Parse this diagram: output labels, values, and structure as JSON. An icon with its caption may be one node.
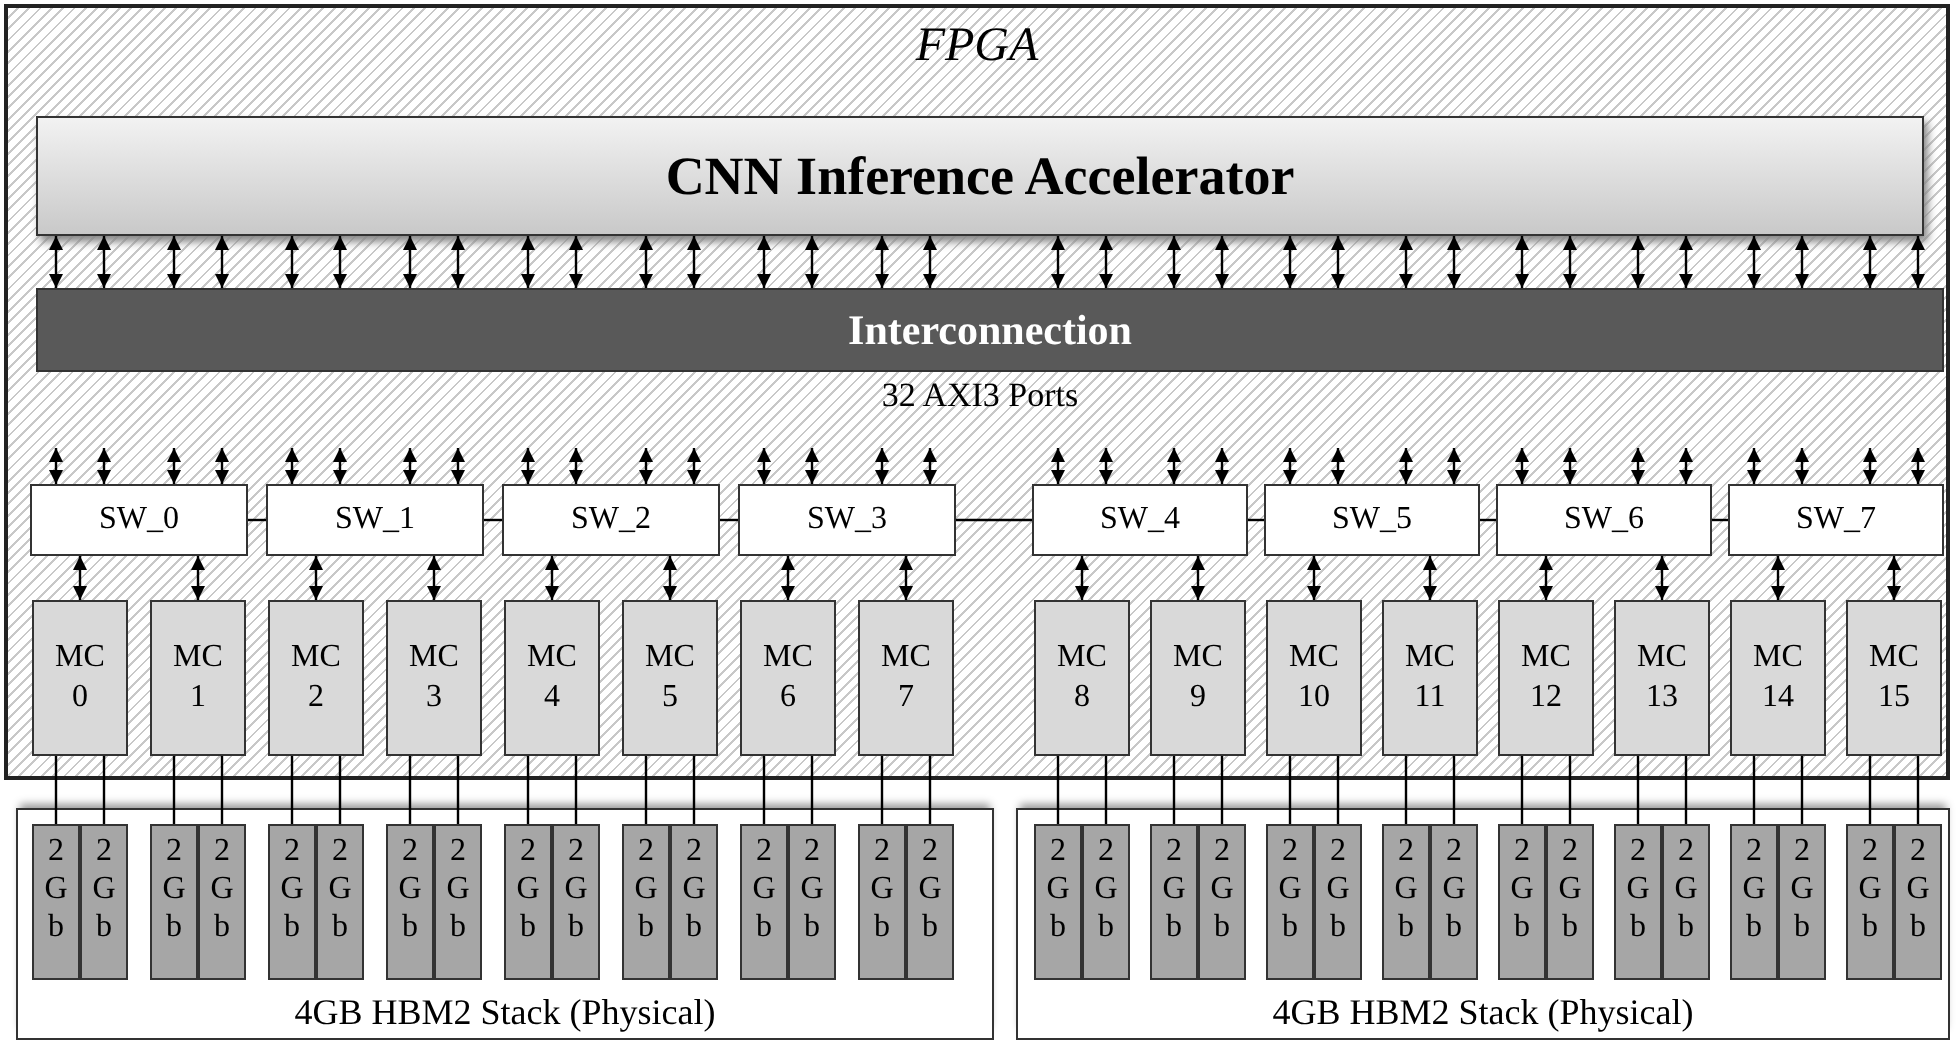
{
  "diagram": {
    "nodes": [
      {
        "text": [
          "FPGA"
        ]
      },
      {
        "text": [
          "CNN Inference Accelerator"
        ],
        "in": 0
      },
      {
        "text": [
          "Interconnection"
        ],
        "in": 0
      },
      {
        "text": [
          "SW_0"
        ],
        "in": 0
      },
      {
        "text": [
          "SW_1"
        ],
        "in": 0
      },
      {
        "text": [
          "SW_2"
        ],
        "in": 0
      },
      {
        "text": [
          "SW_3"
        ],
        "in": 0
      },
      {
        "text": [
          "SW_4"
        ],
        "in": 0
      },
      {
        "text": [
          "SW_5"
        ],
        "in": 0
      },
      {
        "text": [
          "SW_6"
        ],
        "in": 0
      },
      {
        "text": [
          "SW_7"
        ],
        "in": 0
      },
      {
        "text": [
          "MC 0"
        ],
        "in": 0
      },
      {
        "text": [
          "MC 1"
        ],
        "in": 0
      },
      {
        "text": [
          "MC 2"
        ],
        "in": 0
      },
      {
        "text": [
          "MC 3"
        ],
        "in": 0
      },
      {
        "text": [
          "MC 4"
        ],
        "in": 0
      },
      {
        "text": [
          "MC 5"
        ],
        "in": 0
      },
      {
        "text": [
          "MC 6"
        ],
        "in": 0
      },
      {
        "text": [
          "MC 7"
        ],
        "in": 0
      },
      {
        "text": [
          "MC 8"
        ],
        "in": 0
      },
      {
        "text": [
          "MC 9"
        ],
        "in": 0
      },
      {
        "text": [
          "MC 10"
        ],
        "in": 0
      },
      {
        "text": [
          "MC 11"
        ],
        "in": 0
      },
      {
        "text": [
          "MC 12"
        ],
        "in": 0
      },
      {
        "text": [
          "MC 13"
        ],
        "in": 0
      },
      {
        "text": [
          "MC 14"
        ],
        "in": 0
      },
      {
        "text": [
          "MC 15"
        ],
        "in": 0
      },
      {
        "text": [
          "4GB HBM2 Stack (Physical)"
        ]
      },
      {
        "text": [
          "2Gb"
        ],
        "in": 27
      },
      {
        "text": [
          "2Gb"
        ],
        "in": 27
      },
      {
        "text": [
          "2Gb"
        ],
        "in": 27
      },
      {
        "text": [
          "2Gb"
        ],
        "in": 27
      },
      {
        "text": [
          "2Gb"
        ],
        "in": 27
      },
      {
        "text": [
          "2Gb"
        ],
        "in": 27
      },
      {
        "text": [
          "2Gb"
        ],
        "in": 27
      },
      {
        "text": [
          "2Gb"
        ],
        "in": 27
      },
      {
        "text": [
          "2Gb"
        ],
        "in": 27
      },
      {
        "text": [
          "2Gb"
        ],
        "in": 27
      },
      {
        "text": [
          "2Gb"
        ],
        "in": 27
      },
      {
        "text": [
          "2Gb"
        ],
        "in": 27
      },
      {
        "text": [
          "2Gb"
        ],
        "in": 27
      },
      {
        "text": [
          "2Gb"
        ],
        "in": 27
      },
      {
        "text": [
          "2Gb"
        ],
        "in": 27
      },
      {
        "text": [
          "2Gb"
        ],
        "in": 27
      },
      {
        "text": [
          "4GB HBM2 Stack (Physical)"
        ]
      },
      {
        "text": [
          "2Gb"
        ],
        "in": 44
      },
      {
        "text": [
          "2Gb"
        ],
        "in": 44
      },
      {
        "text": [
          "2Gb"
        ],
        "in": 44
      },
      {
        "text": [
          "2Gb"
        ],
        "in": 44
      },
      {
        "text": [
          "2Gb"
        ],
        "in": 44
      },
      {
        "text": [
          "2Gb"
        ],
        "in": 44
      },
      {
        "text": [
          "2Gb"
        ],
        "in": 44
      },
      {
        "text": [
          "2Gb"
        ],
        "in": 44
      },
      {
        "text": [
          "2Gb"
        ],
        "in": 44
      },
      {
        "text": [
          "2Gb"
        ],
        "in": 44
      },
      {
        "text": [
          "2Gb"
        ],
        "in": 44
      },
      {
        "text": [
          "2Gb"
        ],
        "in": 44
      },
      {
        "text": [
          "2Gb"
        ],
        "in": 44
      },
      {
        "text": [
          "2Gb"
        ],
        "in": 44
      },
      {
        "text": [
          "2Gb"
        ],
        "in": 44
      },
      {
        "text": [
          "2Gb"
        ],
        "in": 44
      }
    ],
    "edges": [
      {
        "from": 1,
        "to": 2,
        "arrow": "both"
      },
      {
        "from": 1,
        "to": 2,
        "arrow": "both"
      },
      {
        "from": 1,
        "to": 2,
        "arrow": "both"
      },
      {
        "from": 1,
        "to": 2,
        "arrow": "both"
      },
      {
        "from": 1,
        "to": 2,
        "arrow": "both"
      },
      {
        "from": 1,
        "to": 2,
        "arrow": "both"
      },
      {
        "from": 1,
        "to": 2,
        "arrow": "both"
      },
      {
        "from": 1,
        "to": 2,
        "arrow": "both"
      },
      {
        "from": 1,
        "to": 2,
        "arrow": "both"
      },
      {
        "from": 1,
        "to": 2,
        "arrow": "both"
      },
      {
        "from": 1,
        "to": 2,
        "arrow": "both"
      },
      {
        "from": 1,
        "to": 2,
        "arrow": "both"
      },
      {
        "from": 1,
        "to": 2,
        "arrow": "both"
      },
      {
        "from": 1,
        "to": 2,
        "arrow": "both"
      },
      {
        "from": 1,
        "to": 2,
        "arrow": "both"
      },
      {
        "from": 1,
        "to": 2,
        "arrow": "both"
      },
      {
        "from": 1,
        "to": 2,
        "arrow": "both"
      },
      {
        "from": 1,
        "to": 2,
        "arrow": "both"
      },
      {
        "from": 1,
        "to": 2,
        "arrow": "both"
      },
      {
        "from": 1,
        "to": 2,
        "arrow": "both"
      },
      {
        "from": 1,
        "to": 2,
        "arrow": "both"
      },
      {
        "from": 1,
        "to": 2,
        "arrow": "both"
      },
      {
        "from": 1,
        "to": 2,
        "arrow": "both"
      },
      {
        "from": 1,
        "to": 2,
        "arrow": "both"
      },
      {
        "from": 1,
        "to": 2,
        "arrow": "both"
      },
      {
        "from": 1,
        "to": 2,
        "arrow": "both"
      },
      {
        "from": 1,
        "to": 2,
        "arrow": "both"
      },
      {
        "from": 1,
        "to": 2,
        "arrow": "both"
      },
      {
        "from": 1,
        "to": 2,
        "arrow": "both"
      },
      {
        "from": 1,
        "to": 2,
        "arrow": "both"
      },
      {
        "from": 1,
        "to": 2,
        "arrow": "both"
      },
      {
        "from": 1,
        "to": 2,
        "arrow": "both"
      },
      {
        "from": null,
        "to": 3,
        "arrow": "both"
      },
      {
        "from": null,
        "to": 3,
        "arrow": "both"
      },
      {
        "from": null,
        "to": 3,
        "arrow": "both"
      },
      {
        "from": null,
        "to": 3,
        "arrow": "both"
      },
      {
        "from": null,
        "to": 4,
        "arrow": "both"
      },
      {
        "from": null,
        "to": 4,
        "arrow": "both"
      },
      {
        "from": null,
        "to": 4,
        "arrow": "both"
      },
      {
        "from": null,
        "to": 4,
        "arrow": "both"
      },
      {
        "from": null,
        "to": 5,
        "arrow": "both"
      },
      {
        "from": null,
        "to": 5,
        "arrow": "both"
      },
      {
        "from": null,
        "to": 5,
        "arrow": "both"
      },
      {
        "from": null,
        "to": 5,
        "arrow": "both"
      },
      {
        "from": null,
        "to": 6,
        "arrow": "both"
      },
      {
        "from": null,
        "to": 6,
        "arrow": "both"
      },
      {
        "from": null,
        "to": 6,
        "arrow": "both"
      },
      {
        "from": null,
        "to": 6,
        "arrow": "both"
      },
      {
        "from": null,
        "to": 7,
        "arrow": "both"
      },
      {
        "from": null,
        "to": 7,
        "arrow": "both"
      },
      {
        "from": null,
        "to": 7,
        "arrow": "both"
      },
      {
        "from": null,
        "to": 7,
        "arrow": "both"
      },
      {
        "from": null,
        "to": 8,
        "arrow": "both"
      },
      {
        "from": null,
        "to": 8,
        "arrow": "both"
      },
      {
        "from": null,
        "to": 8,
        "arrow": "both"
      },
      {
        "from": null,
        "to": 8,
        "arrow": "both"
      },
      {
        "from": null,
        "to": 9,
        "arrow": "both"
      },
      {
        "from": null,
        "to": 9,
        "arrow": "both"
      },
      {
        "from": null,
        "to": 9,
        "arrow": "both"
      },
      {
        "from": null,
        "to": 9,
        "arrow": "both"
      },
      {
        "from": null,
        "to": 10,
        "arrow": "both"
      },
      {
        "from": null,
        "to": 10,
        "arrow": "both"
      },
      {
        "from": null,
        "to": 10,
        "arrow": "both"
      },
      {
        "from": null,
        "to": 10,
        "arrow": "both"
      },
      {
        "from": 3,
        "to": 4,
        "arrow": "none"
      },
      {
        "from": 4,
        "to": 5,
        "arrow": "none"
      },
      {
        "from": 5,
        "to": 6,
        "arrow": "none"
      },
      {
        "from": 6,
        "to": 7,
        "arrow": "none"
      },
      {
        "from": 7,
        "to": 8,
        "arrow": "none"
      },
      {
        "from": 8,
        "to": 9,
        "arrow": "none"
      },
      {
        "from": 9,
        "to": 10,
        "arrow": "none"
      },
      {
        "from": 3,
        "to": 11,
        "arrow": "both"
      },
      {
        "from": 3,
        "to": 12,
        "arrow": "both"
      },
      {
        "from": 4,
        "to": 13,
        "arrow": "both"
      },
      {
        "from": 4,
        "to": 14,
        "arrow": "both"
      },
      {
        "from": 5,
        "to": 15,
        "arrow": "both"
      },
      {
        "from": 5,
        "to": 16,
        "arrow": "both"
      },
      {
        "from": 6,
        "to": 17,
        "arrow": "both"
      },
      {
        "from": 6,
        "to": 18,
        "arrow": "both"
      },
      {
        "from": 7,
        "to": 19,
        "arrow": "both"
      },
      {
        "from": 7,
        "to": 20,
        "arrow": "both"
      },
      {
        "from": 8,
        "to": 21,
        "arrow": "both"
      },
      {
        "from": 8,
        "to": 22,
        "arrow": "both"
      },
      {
        "from": 9,
        "to": 23,
        "arrow": "both"
      },
      {
        "from": 9,
        "to": 24,
        "arrow": "both"
      },
      {
        "from": 10,
        "to": 25,
        "arrow": "both"
      },
      {
        "from": 10,
        "to": 26,
        "arrow": "both"
      },
      {
        "from": 11,
        "to": 28,
        "arrow": "none"
      },
      {
        "from": 11,
        "to": 29,
        "arrow": "none"
      },
      {
        "from": 12,
        "to": 30,
        "arrow": "none"
      },
      {
        "from": 12,
        "to": 31,
        "arrow": "none"
      },
      {
        "from": 13,
        "to": 32,
        "arrow": "none"
      },
      {
        "from": 13,
        "to": 33,
        "arrow": "none"
      },
      {
        "from": 14,
        "to": 34,
        "arrow": "none"
      },
      {
        "from": 14,
        "to": 35,
        "arrow": "none"
      },
      {
        "from": 15,
        "to": 36,
        "arrow": "none"
      },
      {
        "from": 15,
        "to": 37,
        "arrow": "none"
      },
      {
        "from": 16,
        "to": 38,
        "arrow": "none"
      },
      {
        "from": 16,
        "to": 39,
        "arrow": "none"
      },
      {
        "from": 17,
        "to": 40,
        "arrow": "none"
      },
      {
        "from": 17,
        "to": 41,
        "arrow": "none"
      },
      {
        "from": 18,
        "to": 42,
        "arrow": "none"
      },
      {
        "from": 18,
        "to": 43,
        "arrow": "none"
      },
      {
        "from": 19,
        "to": 45,
        "arrow": "none"
      },
      {
        "from": 19,
        "to": 46,
        "arrow": "none"
      },
      {
        "from": 20,
        "to": 47,
        "arrow": "none"
      },
      {
        "from": 20,
        "to": 48,
        "arrow": "none"
      },
      {
        "from": 21,
        "to": 49,
        "arrow": "none"
      },
      {
        "from": 21,
        "to": 50,
        "arrow": "none"
      },
      {
        "from": 22,
        "to": 51,
        "arrow": "none"
      },
      {
        "from": 22,
        "to": 52,
        "arrow": "none"
      },
      {
        "from": 23,
        "to": 53,
        "arrow": "none"
      },
      {
        "from": 23,
        "to": 54,
        "arrow": "none"
      },
      {
        "from": 24,
        "to": 55,
        "arrow": "none"
      },
      {
        "from": 24,
        "to": 56,
        "arrow": "none"
      },
      {
        "from": 25,
        "to": 57,
        "arrow": "none"
      },
      {
        "from": 25,
        "to": 58,
        "arrow": "none"
      },
      {
        "from": 26,
        "to": 59,
        "arrow": "none"
      },
      {
        "from": 26,
        "to": 60,
        "arrow": "none"
      }
    ],
    "labels": [
      "32 AXI3 Ports"
    ]
  }
}
